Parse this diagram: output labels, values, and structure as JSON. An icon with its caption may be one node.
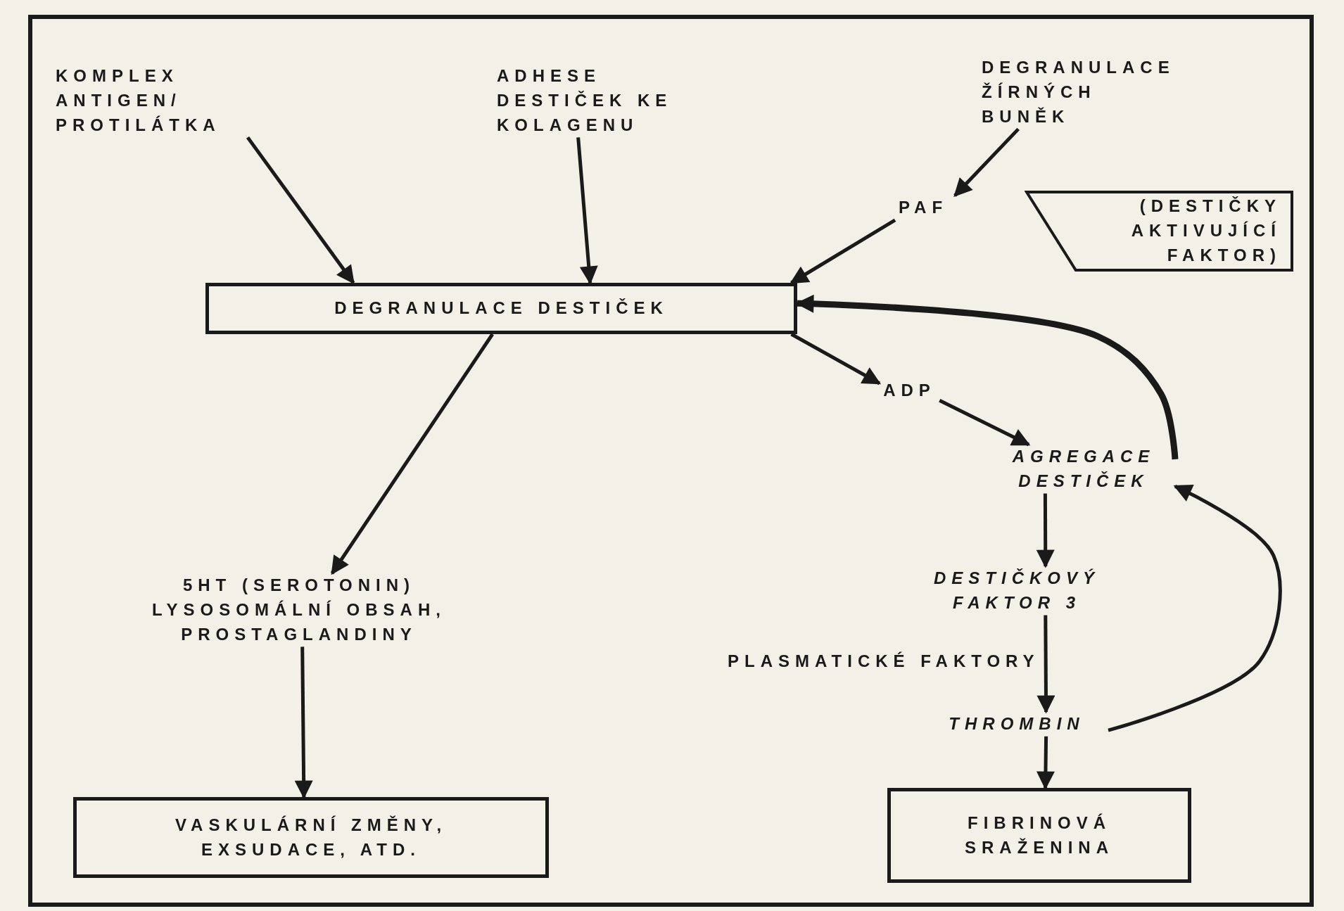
{
  "diagram": {
    "nodes": [
      {
        "text": [
          "KOMPLEX ANTIGEN/ PROTILÁTKA"
        ]
      },
      {
        "text": [
          "ADHESE DESTIČEK KE KOLAGENU"
        ]
      },
      {
        "text": [
          "DEGRANULACE ŽÍRNÝCH BUNĚK"
        ]
      },
      {
        "text": [
          "PAF"
        ]
      },
      {
        "text": [
          "(DESTIČKY AKTIVUJÍCÍ FAKTOR)"
        ]
      },
      {
        "text": [
          "DEGRANULACE DESTIČEK"
        ]
      },
      {
        "text": [
          "ADP"
        ]
      },
      {
        "text": [
          "AGREGACE DESTIČEK"
        ]
      },
      {
        "text": [
          "5HT (SEROTONIN) LYSOSOMÁLNÍ OBSAH, PROSTAGLANDINY"
        ]
      },
      {
        "text": [
          "DESTIČKOVÝ FAKTOR 3"
        ]
      },
      {
        "text": [
          "THROMBIN"
        ]
      },
      {
        "text": [
          "VASKULÁRNÍ ZMĚNY, EXSUDACE, ATD."
        ]
      },
      {
        "text": [
          "FIBRINOVÁ SRAŽENINA"
        ]
      }
    ],
    "edges": [
      {
        "from": 0,
        "to": 5,
        "arrow": "to"
      },
      {
        "from": 1,
        "to": 5,
        "arrow": "to"
      },
      {
        "from": 2,
        "to": 3,
        "arrow": "to"
      },
      {
        "from": 3,
        "to": 5,
        "arrow": "to"
      },
      {
        "from": 5,
        "to": 6,
        "arrow": "to"
      },
      {
        "from": 6,
        "to": 7,
        "arrow": "to"
      },
      {
        "from": 5,
        "to": 8,
        "arrow": "to"
      },
      {
        "from": 8,
        "to": 11,
        "arrow": "to"
      },
      {
        "from": 7,
        "to": 9,
        "arrow": "to"
      },
      {
        "from": 9,
        "to": 10,
        "arrow": "to",
        "label": "PLASMATICKÉ FAKTORY"
      },
      {
        "from": 10,
        "to": 12,
        "arrow": "to"
      },
      {
        "from": 7,
        "to": 5,
        "arrow": "to",
        "style": "thick"
      },
      {
        "from": 10,
        "to": 7,
        "arrow": "to"
      }
    ]
  }
}
